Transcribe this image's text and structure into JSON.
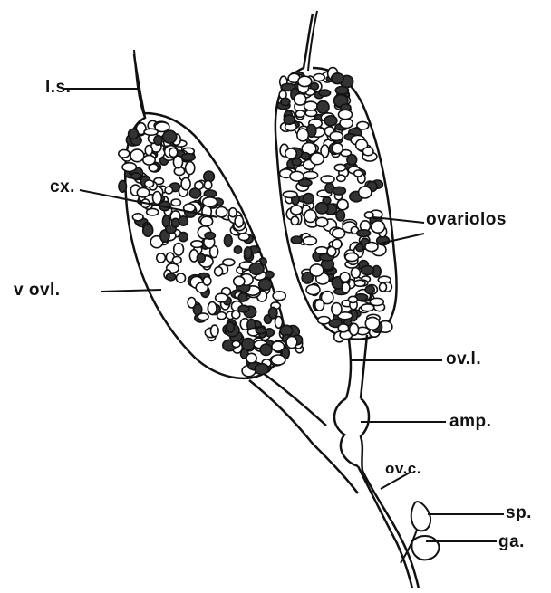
{
  "labels": {
    "ls": "l.s.",
    "cx": "cx.",
    "vovl": "v ovl.",
    "ovariolos": "ovariolos",
    "ovl": "ov.l.",
    "amp": "amp.",
    "ovc": "ov.c.",
    "sp": "sp.",
    "ga": "ga."
  },
  "caption": "",
  "colors": {
    "ink": "#111111",
    "paper": "#ffffff"
  }
}
